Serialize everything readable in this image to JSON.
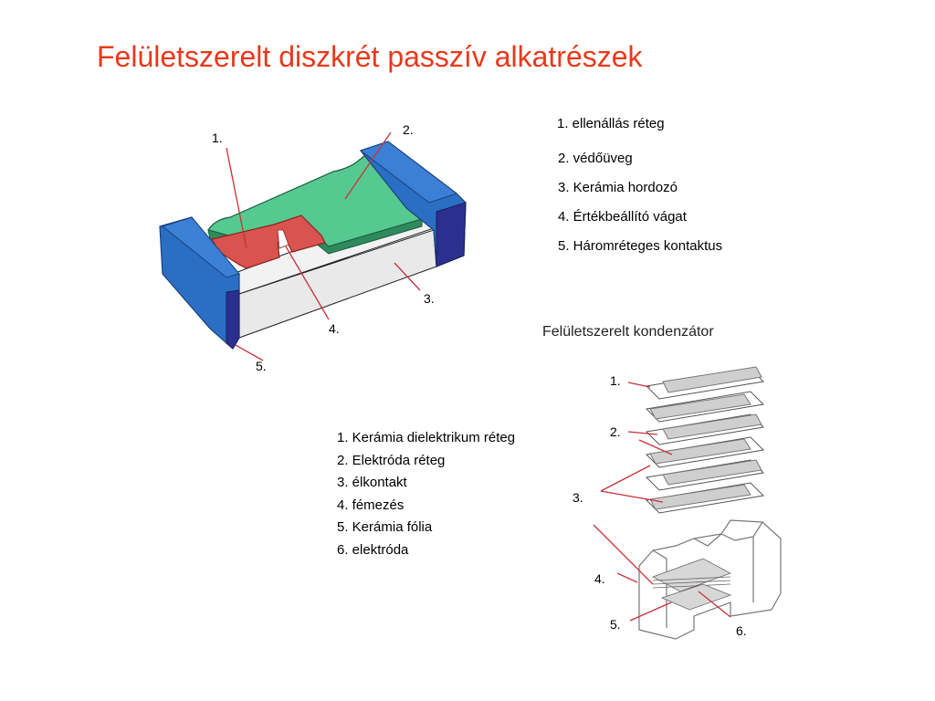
{
  "title": "Felületszerelt diszkrét passzív alkatrészek",
  "resistor": {
    "callouts": [
      "1.",
      "2.",
      "3.",
      "4.",
      "5."
    ],
    "legend": [
      "1. ellenállás réteg",
      "2. védőüveg",
      "3. Kerámia hordozó",
      "4. Értékbeállító vágat",
      "5. Háromréteges kontaktus"
    ]
  },
  "capacitor": {
    "caption": "Felületszerelt kondenzátor",
    "callouts": [
      "1.",
      "2.",
      "3.",
      "4.",
      "5.",
      "6."
    ],
    "legend": [
      "1. Kerámia dielektrikum réteg",
      "2. Elektróda réteg",
      "3. élkontakt",
      "4. fémezés",
      "5. Kerámia fólia",
      "6. elektróda"
    ]
  },
  "colors": {
    "title": "#e8391b",
    "contact_blue": "#2a6fc4",
    "contact_dark": "#2b2f8f",
    "glass_green": "#55c98f",
    "resistive_red": "#d9534f",
    "substrate": "#e9e9e9",
    "leader_line": "#c8323a"
  }
}
